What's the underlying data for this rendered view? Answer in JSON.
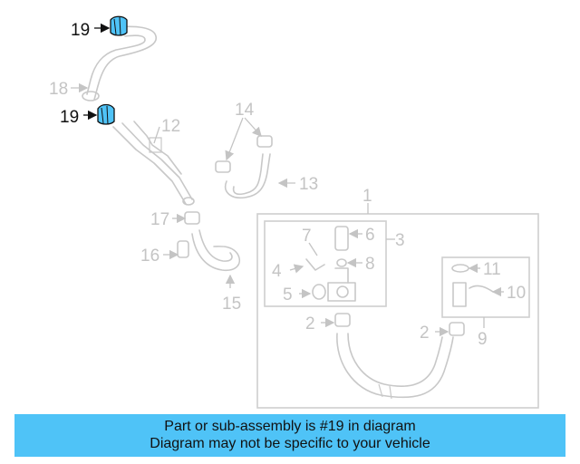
{
  "highlight_color": "#4fc3f7",
  "diagram": {
    "callouts": {
      "c19a": "19",
      "c19b": "19",
      "c18": "18",
      "c12": "12",
      "c14": "14",
      "c13": "13",
      "c17": "17",
      "c16": "16",
      "c15": "15",
      "c1": "1",
      "c7": "7",
      "c6": "6",
      "c3": "3",
      "c4": "4",
      "c8": "8",
      "c5": "5",
      "c2a": "2",
      "c2b": "2",
      "c11": "11",
      "c10": "10",
      "c9": "9"
    }
  },
  "banner": {
    "line1": "Part or sub-assembly is #19 in diagram",
    "line2": "Diagram may not be specific to your vehicle"
  }
}
